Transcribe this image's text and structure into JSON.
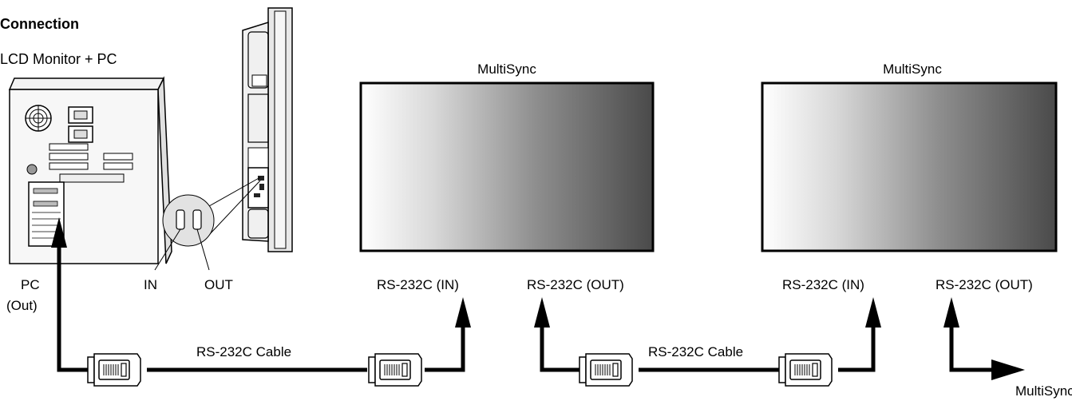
{
  "header": {
    "title": "Connection",
    "subtitle": "LCD Monitor + PC"
  },
  "pc": {
    "label_line1": "PC",
    "label_line2": "(Out)"
  },
  "port_callout": {
    "in_label": "IN",
    "out_label": "OUT"
  },
  "monitors": [
    {
      "name": "MultiSync",
      "in_label": "RS-232C (IN)",
      "out_label": "RS-232C (OUT)"
    },
    {
      "name": "MultiSync",
      "in_label": "RS-232C (IN)",
      "out_label": "RS-232C (OUT)"
    }
  ],
  "cables": [
    {
      "label": "RS-232C Cable"
    },
    {
      "label": "RS-232C Cable"
    }
  ],
  "next_device": {
    "label": "MultiSync"
  }
}
